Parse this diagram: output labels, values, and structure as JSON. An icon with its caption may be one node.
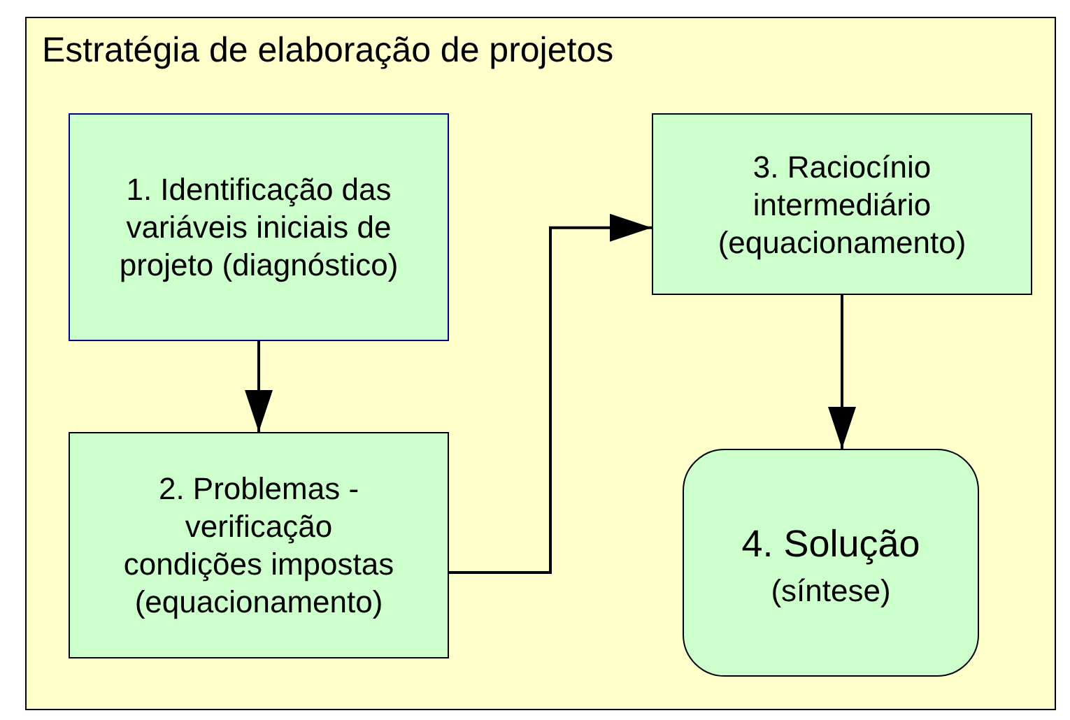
{
  "diagram": {
    "nodes": [
      {
        "text": [
          "Estratégia de elaboração de projetos"
        ]
      },
      {
        "text": [
          "1. Identificação das variáveis iniciais de projeto (diagnóstico)"
        ],
        "in": 0
      },
      {
        "text": [
          "2. Problemas - verificação condições impostas (equacionamento)"
        ],
        "in": 0
      },
      {
        "text": [
          "3. Raciocínio intermediário (equacionamento)"
        ],
        "in": 0
      },
      {
        "text": [
          "4. Solução",
          "(síntese)"
        ],
        "in": 0
      }
    ],
    "edges": [
      {
        "from": 1,
        "to": 2,
        "arrow": "to"
      },
      {
        "from": 2,
        "to": 3,
        "arrow": "to"
      },
      {
        "from": 3,
        "to": 4,
        "arrow": "to"
      }
    ]
  }
}
